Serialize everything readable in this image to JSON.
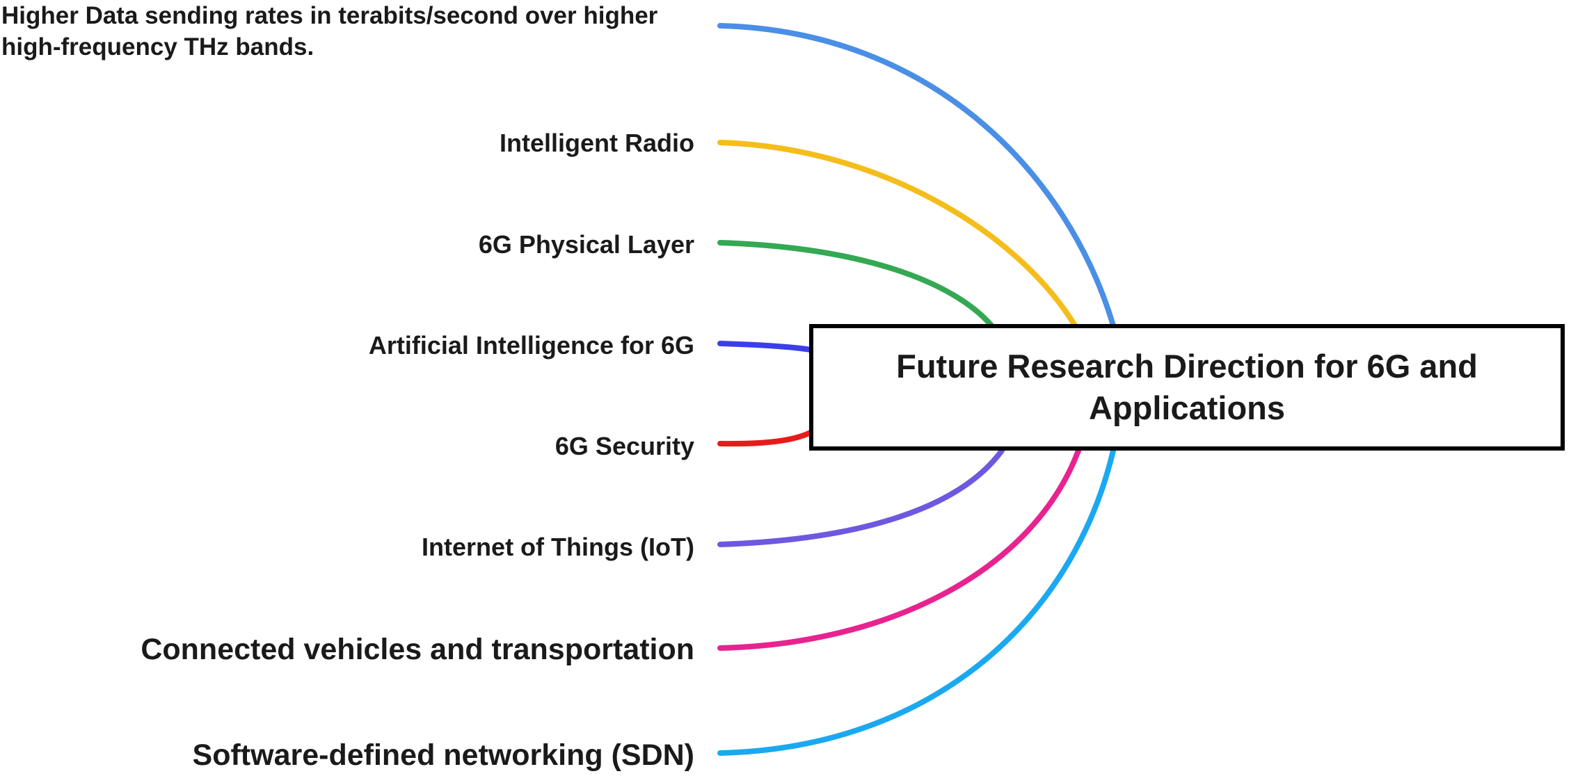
{
  "central_topic": {
    "title": "Future Research Direction for 6G and Applications"
  },
  "branches": [
    {
      "label": "Higher Data sending rates in terabits/second over higher high-frequency THz bands.",
      "color": "#4a8fe6"
    },
    {
      "label": "Intelligent Radio",
      "color": "#f5bd1c"
    },
    {
      "label": "6G Physical Layer",
      "color": "#35a853"
    },
    {
      "label": "Artificial Intelligence for 6G",
      "color": "#3b3fe8"
    },
    {
      "label": "6G Security",
      "color": "#e81b1b"
    },
    {
      "label": "Internet of Things (IoT)",
      "color": "#6f58e0"
    },
    {
      "label": "Connected vehicles and transportation",
      "color": "#e8238f"
    },
    {
      "label": "Software-defined networking (SDN)",
      "color": "#1aa9f0"
    }
  ]
}
